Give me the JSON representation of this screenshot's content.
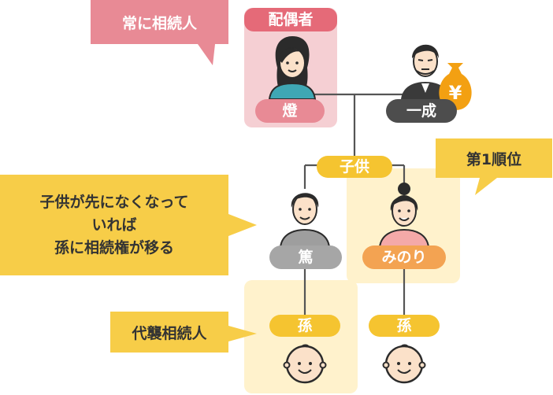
{
  "callouts": {
    "spouse_always": "常に相続人",
    "first_rank": "第1順位",
    "child_predeceased": "子供が先になくなって\nいれば\n孫に相続権が移る",
    "representation": "代襲相続人"
  },
  "labels": {
    "spouse_role": "配偶者",
    "spouse_name": "燈",
    "deceased_name": "一成",
    "children_role": "子供",
    "child1_name": "篤",
    "child2_name": "みのり",
    "grandchild1": "孫",
    "grandchild2": "孫",
    "money_symbol": "¥"
  },
  "colors": {
    "spouse_pink": "#e56a78",
    "spouse_bg": "#f5cfd3",
    "callout_pink": "#e88a95",
    "deceased_gray": "#4d4d4d",
    "child_gray": "#a6a6a6",
    "child2_orange": "#f3a352",
    "yellow": "#f5c430",
    "callout_yellow": "#f7cd48",
    "light_yellow": "#fff2cc",
    "pale_yellow": "#fff4d6",
    "line": "#555555",
    "gold": "#f3a012"
  }
}
